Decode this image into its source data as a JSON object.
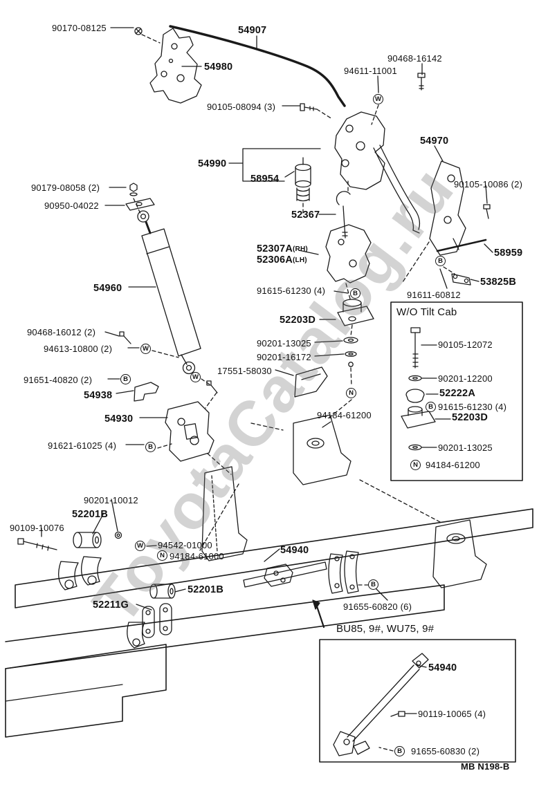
{
  "watermark": "ToyotaCatalog.ru",
  "footer_code": "MB N198-B",
  "sections": {
    "wo_tilt_cab_title": "W/O Tilt Cab",
    "inset_title": "BU85, 9#, WU75, 9#"
  },
  "labels": [
    {
      "text": "90170-08125"
    },
    {
      "text": "54907"
    },
    {
      "text": "54980"
    },
    {
      "text": "90468-16142"
    },
    {
      "text": "94611-11001"
    },
    {
      "text": "90105-08094 (3)"
    },
    {
      "text": "54970"
    },
    {
      "text": "54990"
    },
    {
      "text": "58954"
    },
    {
      "text": "90105-10086 (2)"
    },
    {
      "text": "90179-08058 (2)"
    },
    {
      "text": "90950-04022"
    },
    {
      "text": "52367"
    },
    {
      "text": "52307A",
      "suffix": "(RH)"
    },
    {
      "text": "52306A",
      "suffix": "(LH)"
    },
    {
      "text": "58959"
    },
    {
      "text": "53825B"
    },
    {
      "text": "91611-60812"
    },
    {
      "text": "54960"
    },
    {
      "text": "91615-61230 (4)"
    },
    {
      "text": "52203D"
    },
    {
      "text": "90468-16012 (2)"
    },
    {
      "text": "94613-10800 (2)"
    },
    {
      "text": "90201-13025"
    },
    {
      "text": "90201-16172"
    },
    {
      "text": "17551-58030"
    },
    {
      "text": "91651-40820 (2)"
    },
    {
      "text": "54938"
    },
    {
      "text": "54930"
    },
    {
      "text": "91621-61025 (4)"
    },
    {
      "text": "94184-61200"
    },
    {
      "text": "90201-10012"
    },
    {
      "text": "52201B"
    },
    {
      "text": "90109-10076"
    },
    {
      "text": "94542-01000"
    },
    {
      "text": "94184-61000"
    },
    {
      "text": "54940"
    },
    {
      "text": "52201B"
    },
    {
      "text": "52211G"
    },
    {
      "text": "91655-60820 (6)"
    },
    {
      "text": "90105-12072"
    },
    {
      "text": "90201-12200"
    },
    {
      "text": "52222A"
    },
    {
      "text": "91615-61230 (4)"
    },
    {
      "text": "52203D"
    },
    {
      "text": "90201-13025"
    },
    {
      "text": "94184-61200"
    },
    {
      "text": "54940"
    },
    {
      "text": "90119-10065 (4)"
    },
    {
      "text": "91655-60830 (2)"
    }
  ],
  "markers": [
    {
      "letter": "W"
    },
    {
      "letter": "B"
    },
    {
      "letter": "B"
    },
    {
      "letter": "W"
    },
    {
      "letter": "W"
    },
    {
      "letter": "B"
    },
    {
      "letter": "B"
    },
    {
      "letter": "N"
    },
    {
      "letter": "W"
    },
    {
      "letter": "N"
    },
    {
      "letter": "B"
    },
    {
      "letter": "B"
    },
    {
      "letter": "N"
    },
    {
      "letter": "B"
    }
  ]
}
